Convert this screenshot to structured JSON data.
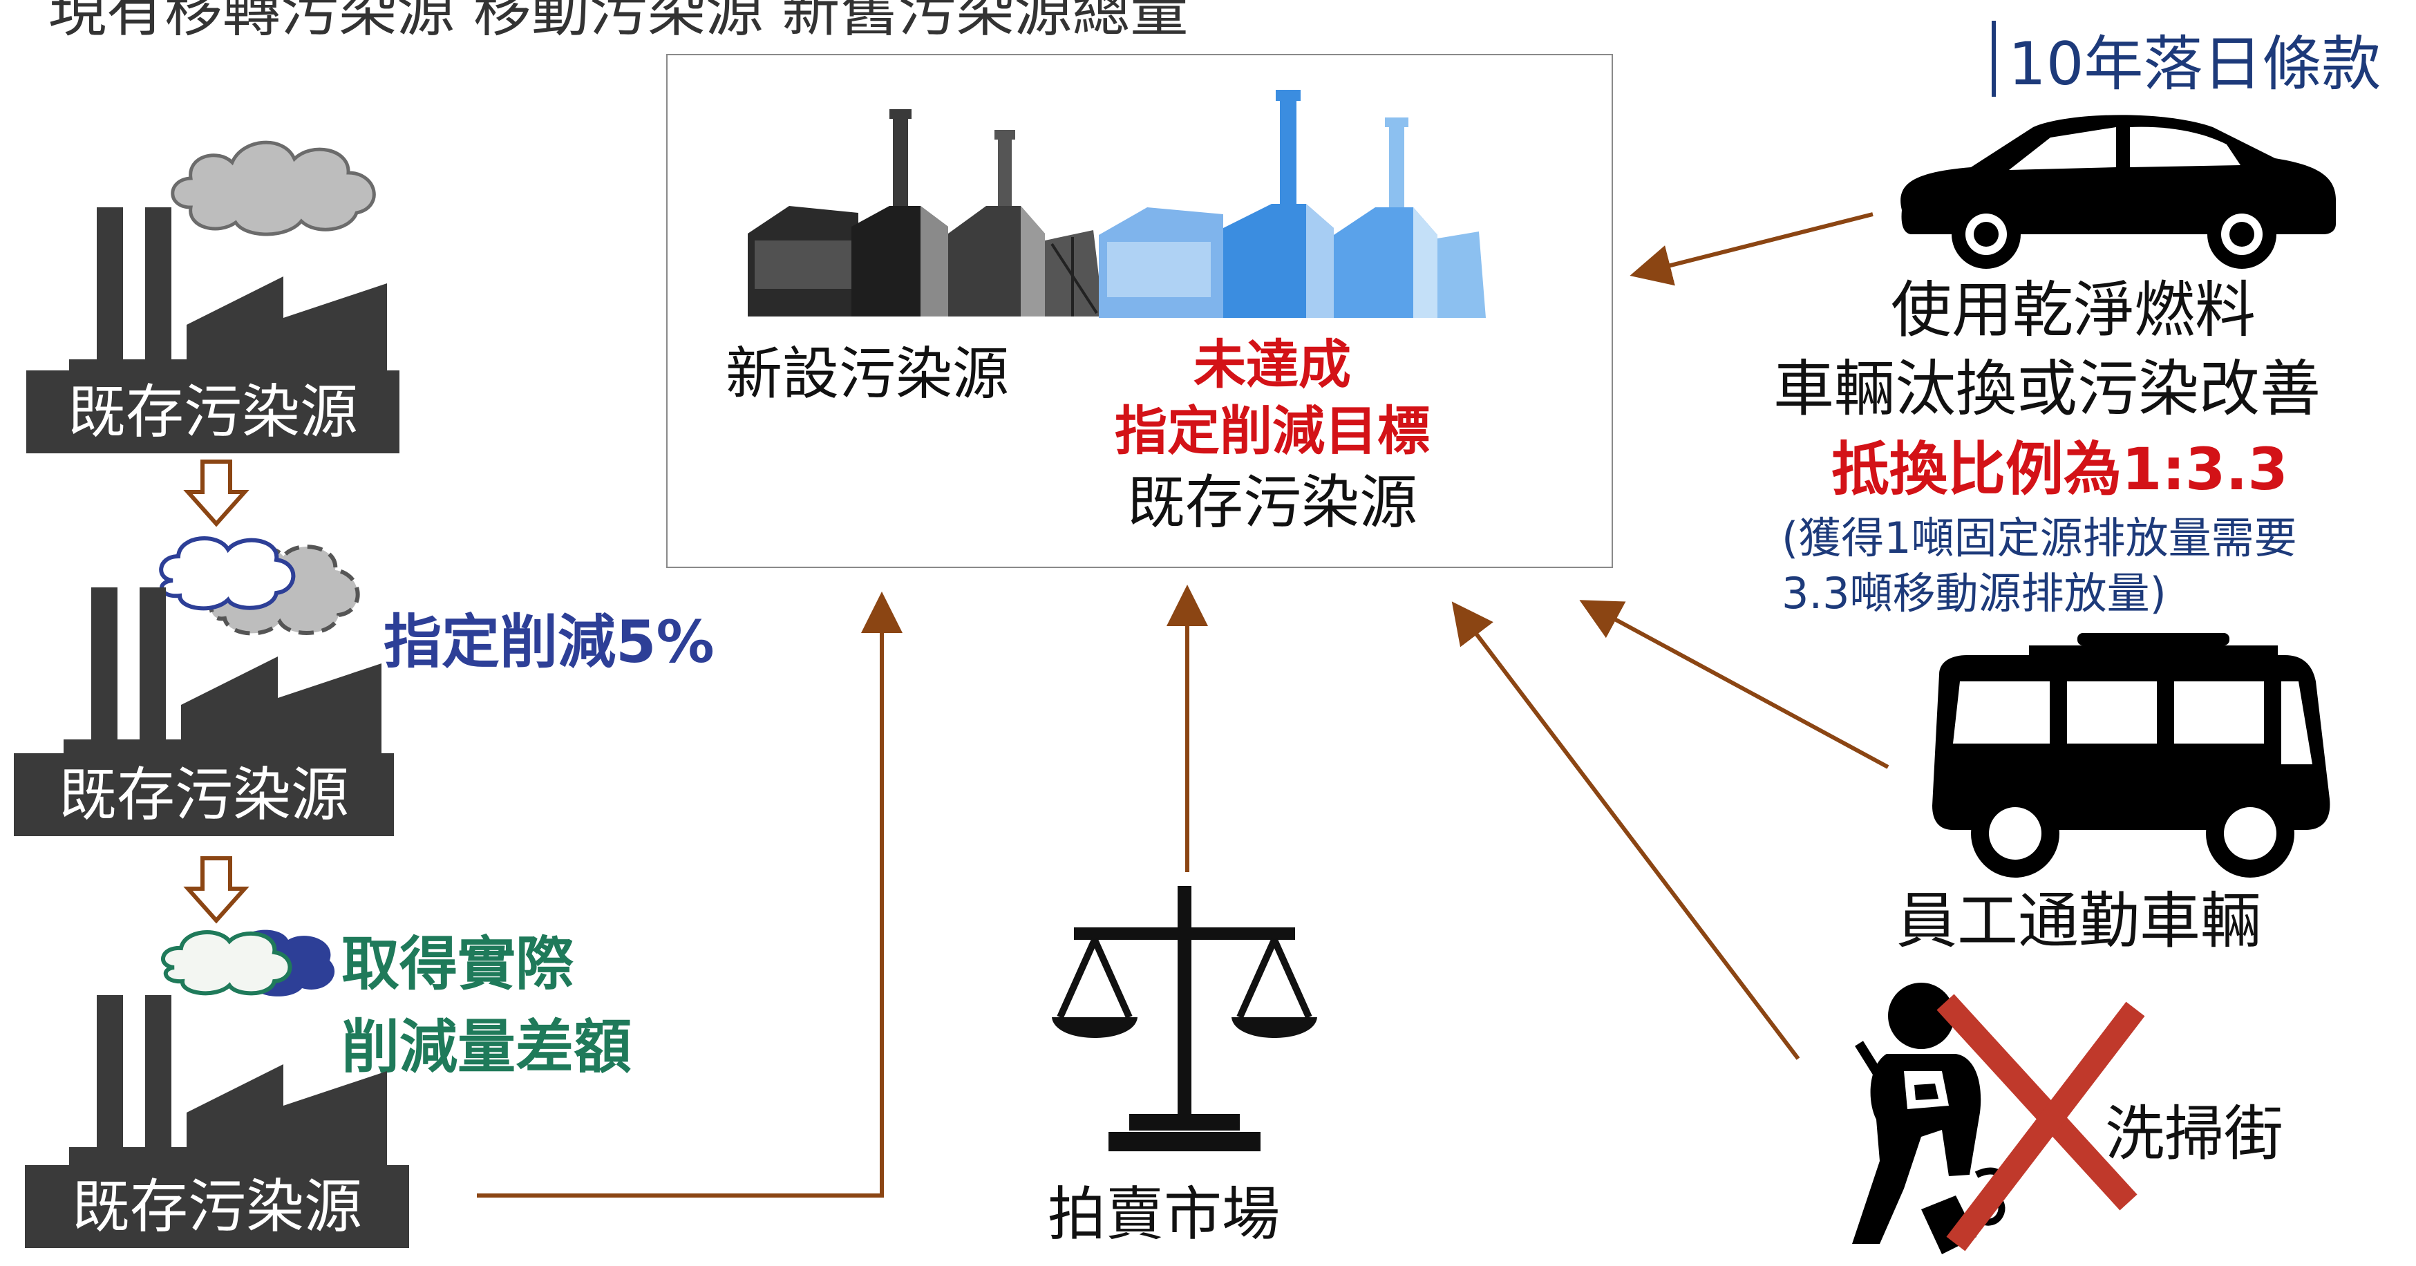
{
  "top_partial_text": "現有移轉污染源   移動污染源   新舊污染源總量   ",
  "sunset_clause": "10年落日條款",
  "existing_source_label": "既存污染源",
  "new_source_label": "新設污染源",
  "reduce_5": "指定削減5%",
  "obtain_line1": "取得實際",
  "obtain_line2": "削減量差額",
  "center_red_line1": "未達成",
  "center_red_line2": "指定削減目標",
  "center_existing": "既存污染源",
  "clean_fuel": "使用乾淨燃料",
  "vehicle_improve": "車輛汰換或污染改善",
  "ratio": "抵換比例為1:3.3",
  "ratio_note_line1": "(獲得1噸固定源排放量需要",
  "ratio_note_line2": "3.3噸移動源排放量)",
  "commute": "員工通勤車輛",
  "street_wash": "洗掃街",
  "auction": "拍賣市場",
  "colors": {
    "arrow": "#8b4513",
    "red": "#d31217",
    "blue": "#2d3f97",
    "green": "#1f7a5a",
    "factory": "#3a3a3a"
  }
}
